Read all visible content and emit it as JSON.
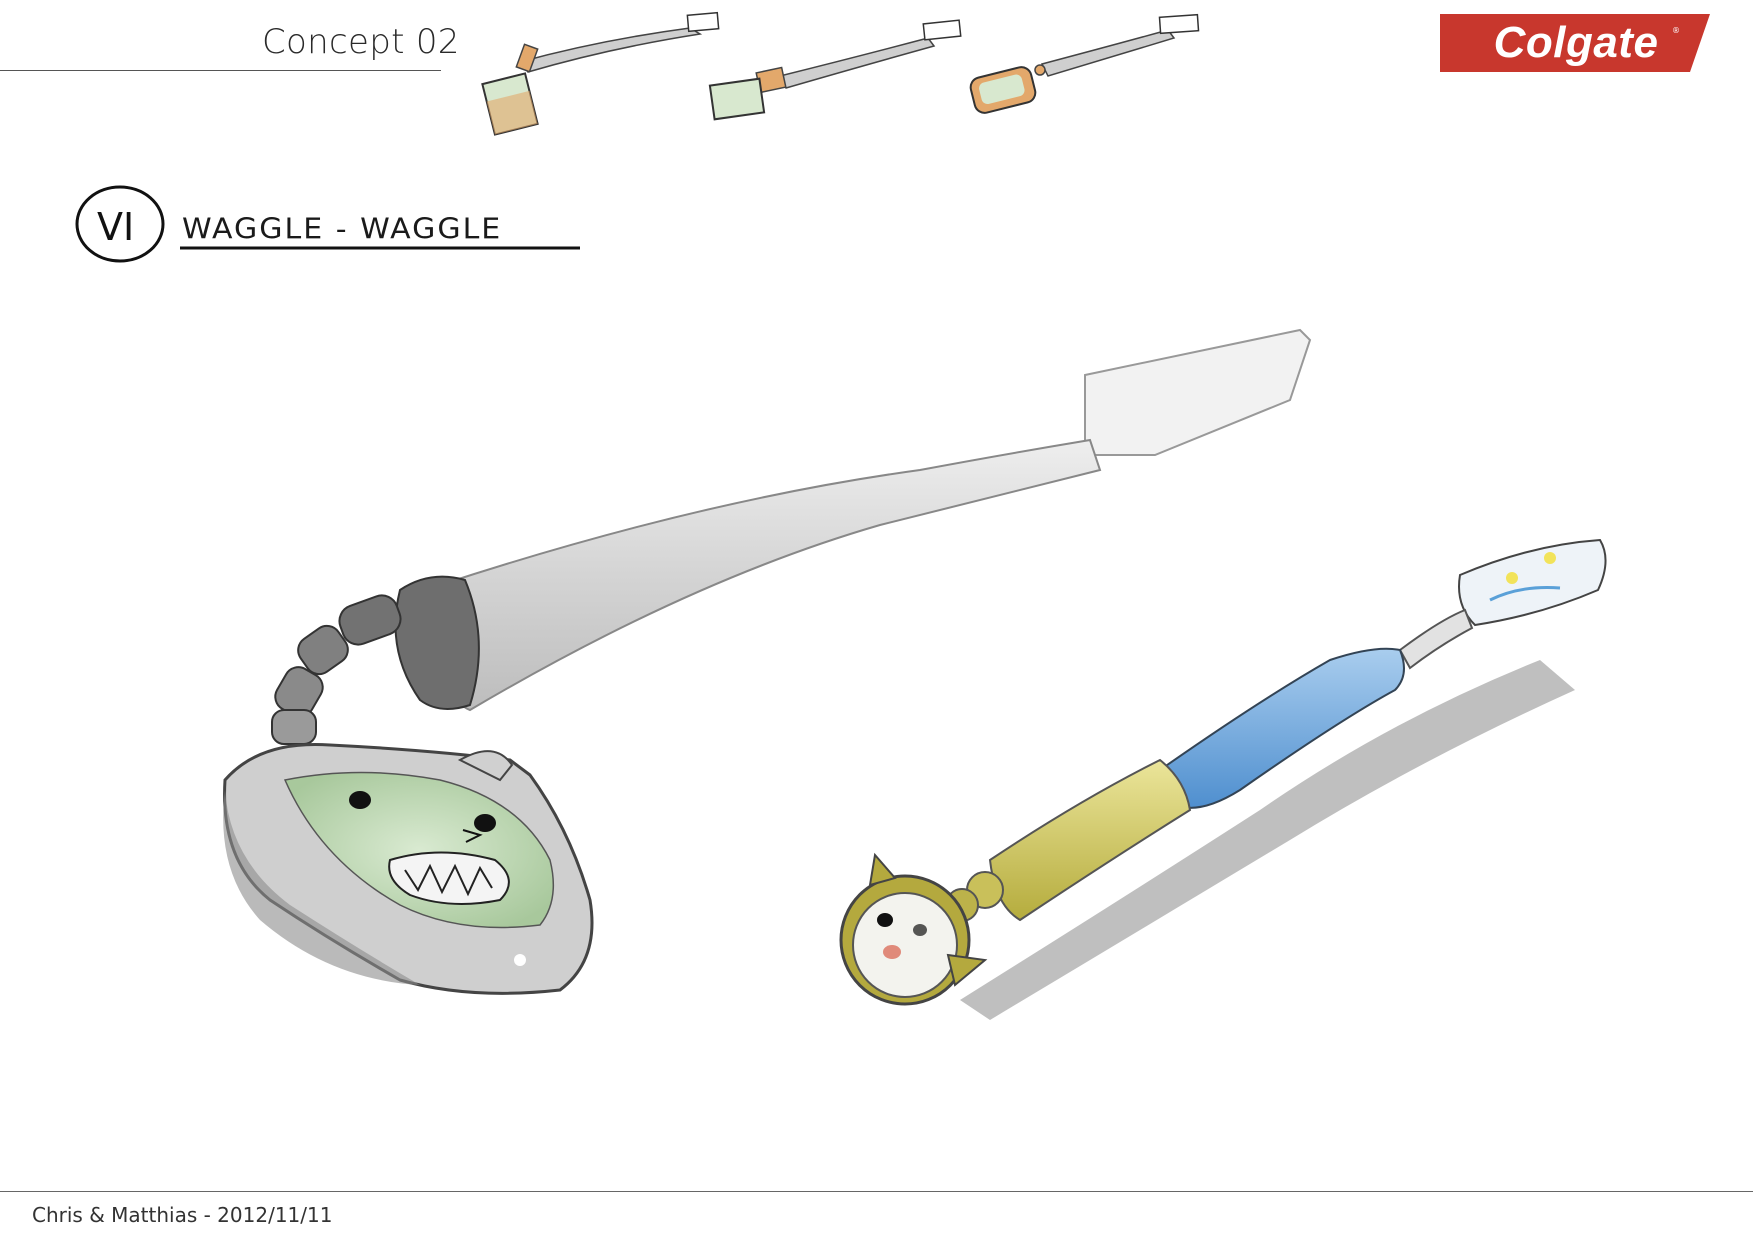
{
  "header": {
    "title": "Concept 02"
  },
  "brand": {
    "logo_text": "Colgate",
    "registered_mark": "®",
    "logo_color": "#c8372d"
  },
  "section": {
    "number": "VI",
    "name": "WAGGLE - WAGGLE"
  },
  "thumbnails": [
    {
      "name": "thumbnail-sketch-1",
      "head_color": "#d8e8cf",
      "joint_color": "#e3a86b"
    },
    {
      "name": "thumbnail-sketch-2",
      "head_color": "#d8e8cf",
      "joint_color": "#e3a86b"
    },
    {
      "name": "thumbnail-sketch-3",
      "head_color": "#d8e8cf",
      "joint_color": "#e3a86b"
    }
  ],
  "sketches": {
    "left": {
      "body_color": "#d9d9d9",
      "face_color": "#c9dfc0",
      "joint_color": "#6e6e6e"
    },
    "right": {
      "handle_color": "#d9d27a",
      "grip_color": "#7fb0da",
      "head_color": "#e8eef4"
    }
  },
  "footer": {
    "credit": "Chris & Matthias - 2012/11/11"
  }
}
